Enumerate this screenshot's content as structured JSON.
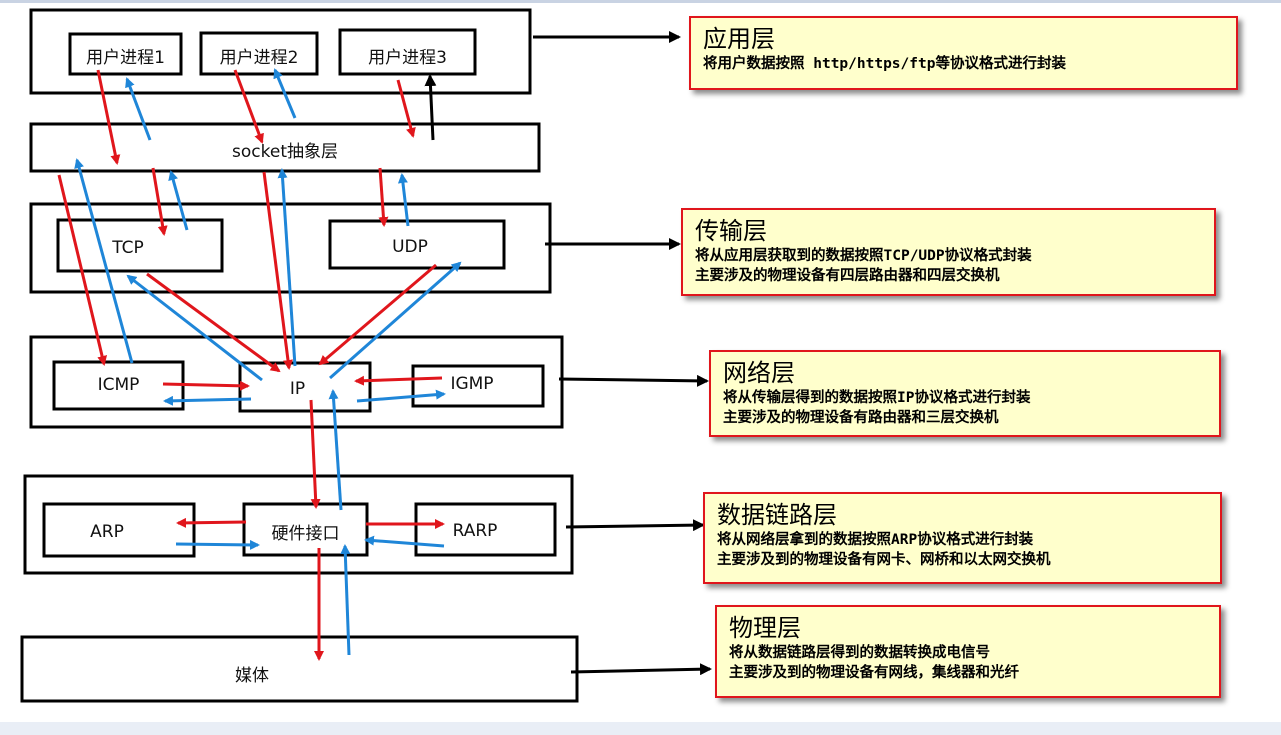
{
  "colors": {
    "down_arrow": "#e0161c",
    "up_arrow": "#1f86d8",
    "box_border": "#000000",
    "note_bg": "#ffffcc",
    "note_border": "#e0161c"
  },
  "application": {
    "procs": [
      "用户进程1",
      "用户进程2",
      "用户进程3"
    ]
  },
  "socket": {
    "label": "socket抽象层"
  },
  "transport": {
    "tcp": "TCP",
    "udp": "UDP"
  },
  "network": {
    "icmp": "ICMP",
    "ip": "IP",
    "igmp": "IGMP"
  },
  "datalink": {
    "arp": "ARP",
    "hw": "硬件接口",
    "rarp": "RARP"
  },
  "physical": {
    "media": "媒体"
  },
  "notes": {
    "app": {
      "title": "应用层",
      "lines": [
        "将用户数据按照 http/https/ftp等协议格式进行封装"
      ]
    },
    "transport": {
      "title": "传输层",
      "lines": [
        "将从应用层获取到的数据按照TCP/UDP协议格式封装",
        "主要涉及的物理设备有四层路由器和四层交换机"
      ]
    },
    "network": {
      "title": "网络层",
      "lines": [
        "将从传输层得到的数据按照IP协议格式进行封装",
        "主要涉及的物理设备有路由器和三层交换机"
      ]
    },
    "datalink": {
      "title": "数据链路层",
      "lines": [
        "将从网络层拿到的数据按照ARP协议格式进行封装",
        "主要涉及到的物理设备有网卡、网桥和以太网交换机"
      ]
    },
    "physical": {
      "title": "物理层",
      "lines": [
        "将从数据链路层得到的数据转换成电信号",
        "主要涉及到的物理设备有网线，集线器和光纤"
      ]
    }
  }
}
